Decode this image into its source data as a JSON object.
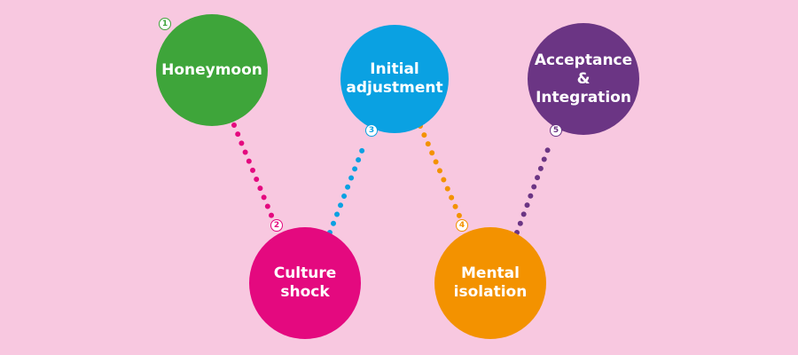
{
  "stages": [
    {
      "number": "1",
      "label": "Honeymoon",
      "color": "#3ea53a"
    },
    {
      "number": "2",
      "label": "Culture shock",
      "color": "#e4097f"
    },
    {
      "number": "3",
      "label": "Initial adjustment",
      "color": "#0aa1e2"
    },
    {
      "number": "4",
      "label": "Mental isolation",
      "color": "#f39200"
    },
    {
      "number": "5",
      "label": "Acceptance & Integration",
      "color": "#6b3584"
    }
  ]
}
